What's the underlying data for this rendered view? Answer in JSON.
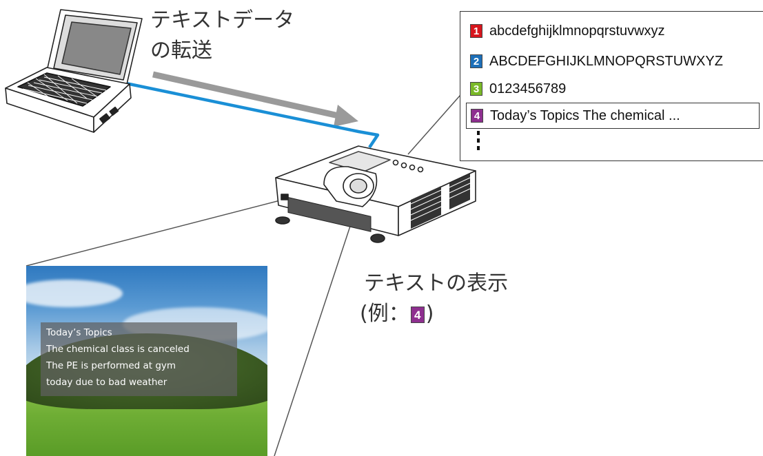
{
  "transfer_label": {
    "line1": "テキストデータ",
    "line2": "の転送"
  },
  "display_label": {
    "line1": "テキストの表示",
    "line2_prefix": "(例：",
    "line2_badge": "4",
    "line2_suffix": ")"
  },
  "text_list": {
    "items": [
      {
        "badge": "1",
        "badge_color": "#d7161d",
        "text": "abcdefghijklmnopqrstuvwxyz"
      },
      {
        "badge": "2",
        "badge_color": "#1d6fb8",
        "text": "ABCDEFGHIJKLMNOPQRSTUWXYZ"
      },
      {
        "badge": "3",
        "badge_color": "#7ab928",
        "text": "0123456789"
      },
      {
        "badge": "4",
        "badge_color": "#8e2f8f",
        "text": "Today’s Topics The chemical ..."
      }
    ]
  },
  "projected_text": {
    "lines": [
      "Today’s Topics",
      "The chemical class is canceled",
      "The PE is performed at gym",
      "today due to bad weather"
    ]
  },
  "colors": {
    "cable": "#1a8fd6",
    "arrow": "#9a9a9a",
    "outline": "#333333"
  }
}
